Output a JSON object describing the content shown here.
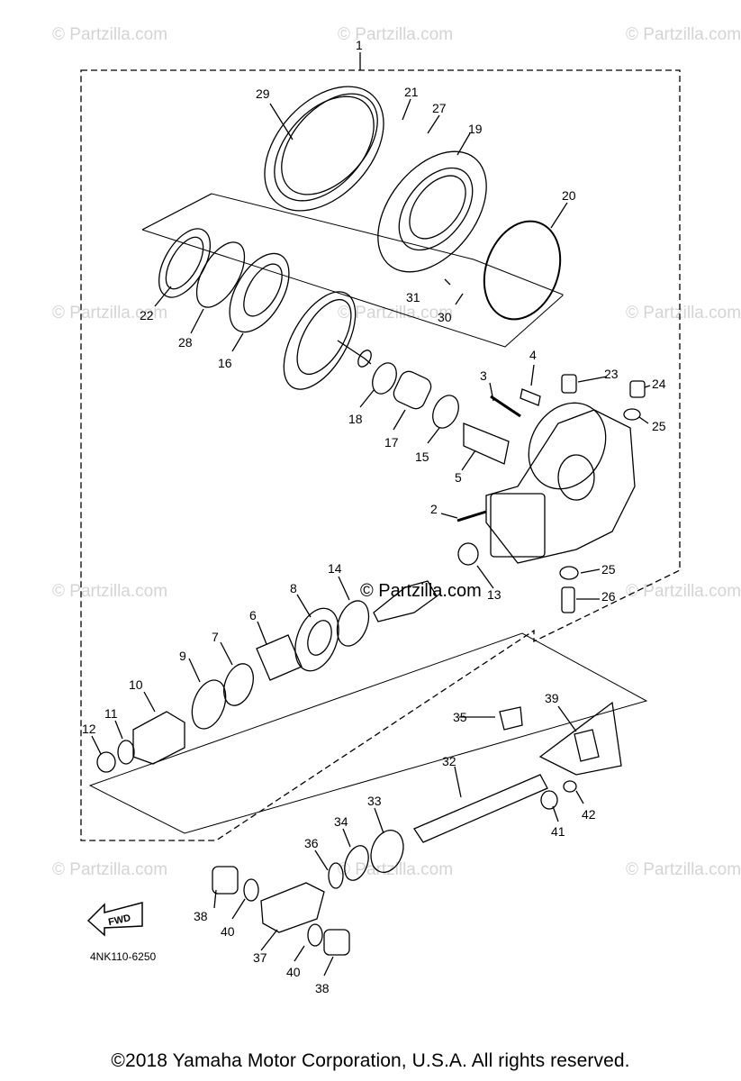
{
  "watermark": "© Partzilla.com",
  "center_watermark": "© Partzilla.com",
  "part_code": "4NK110-6250",
  "fwd_label": "FWD",
  "copyright": "©2018 Yamaha Motor Corporation, U.S.A. All rights reserved.",
  "callouts": [
    "1",
    "2",
    "3",
    "4",
    "5",
    "6",
    "7",
    "8",
    "9",
    "10",
    "11",
    "12",
    "13",
    "14",
    "15",
    "16",
    "17",
    "18",
    "19",
    "20",
    "21",
    "22",
    "23",
    "24",
    "25",
    "25",
    "26",
    "27",
    "28",
    "29",
    "30",
    "31",
    "32",
    "33",
    "34",
    "35",
    "36",
    "37",
    "38",
    "38",
    "39",
    "40",
    "40",
    "41",
    "42"
  ]
}
